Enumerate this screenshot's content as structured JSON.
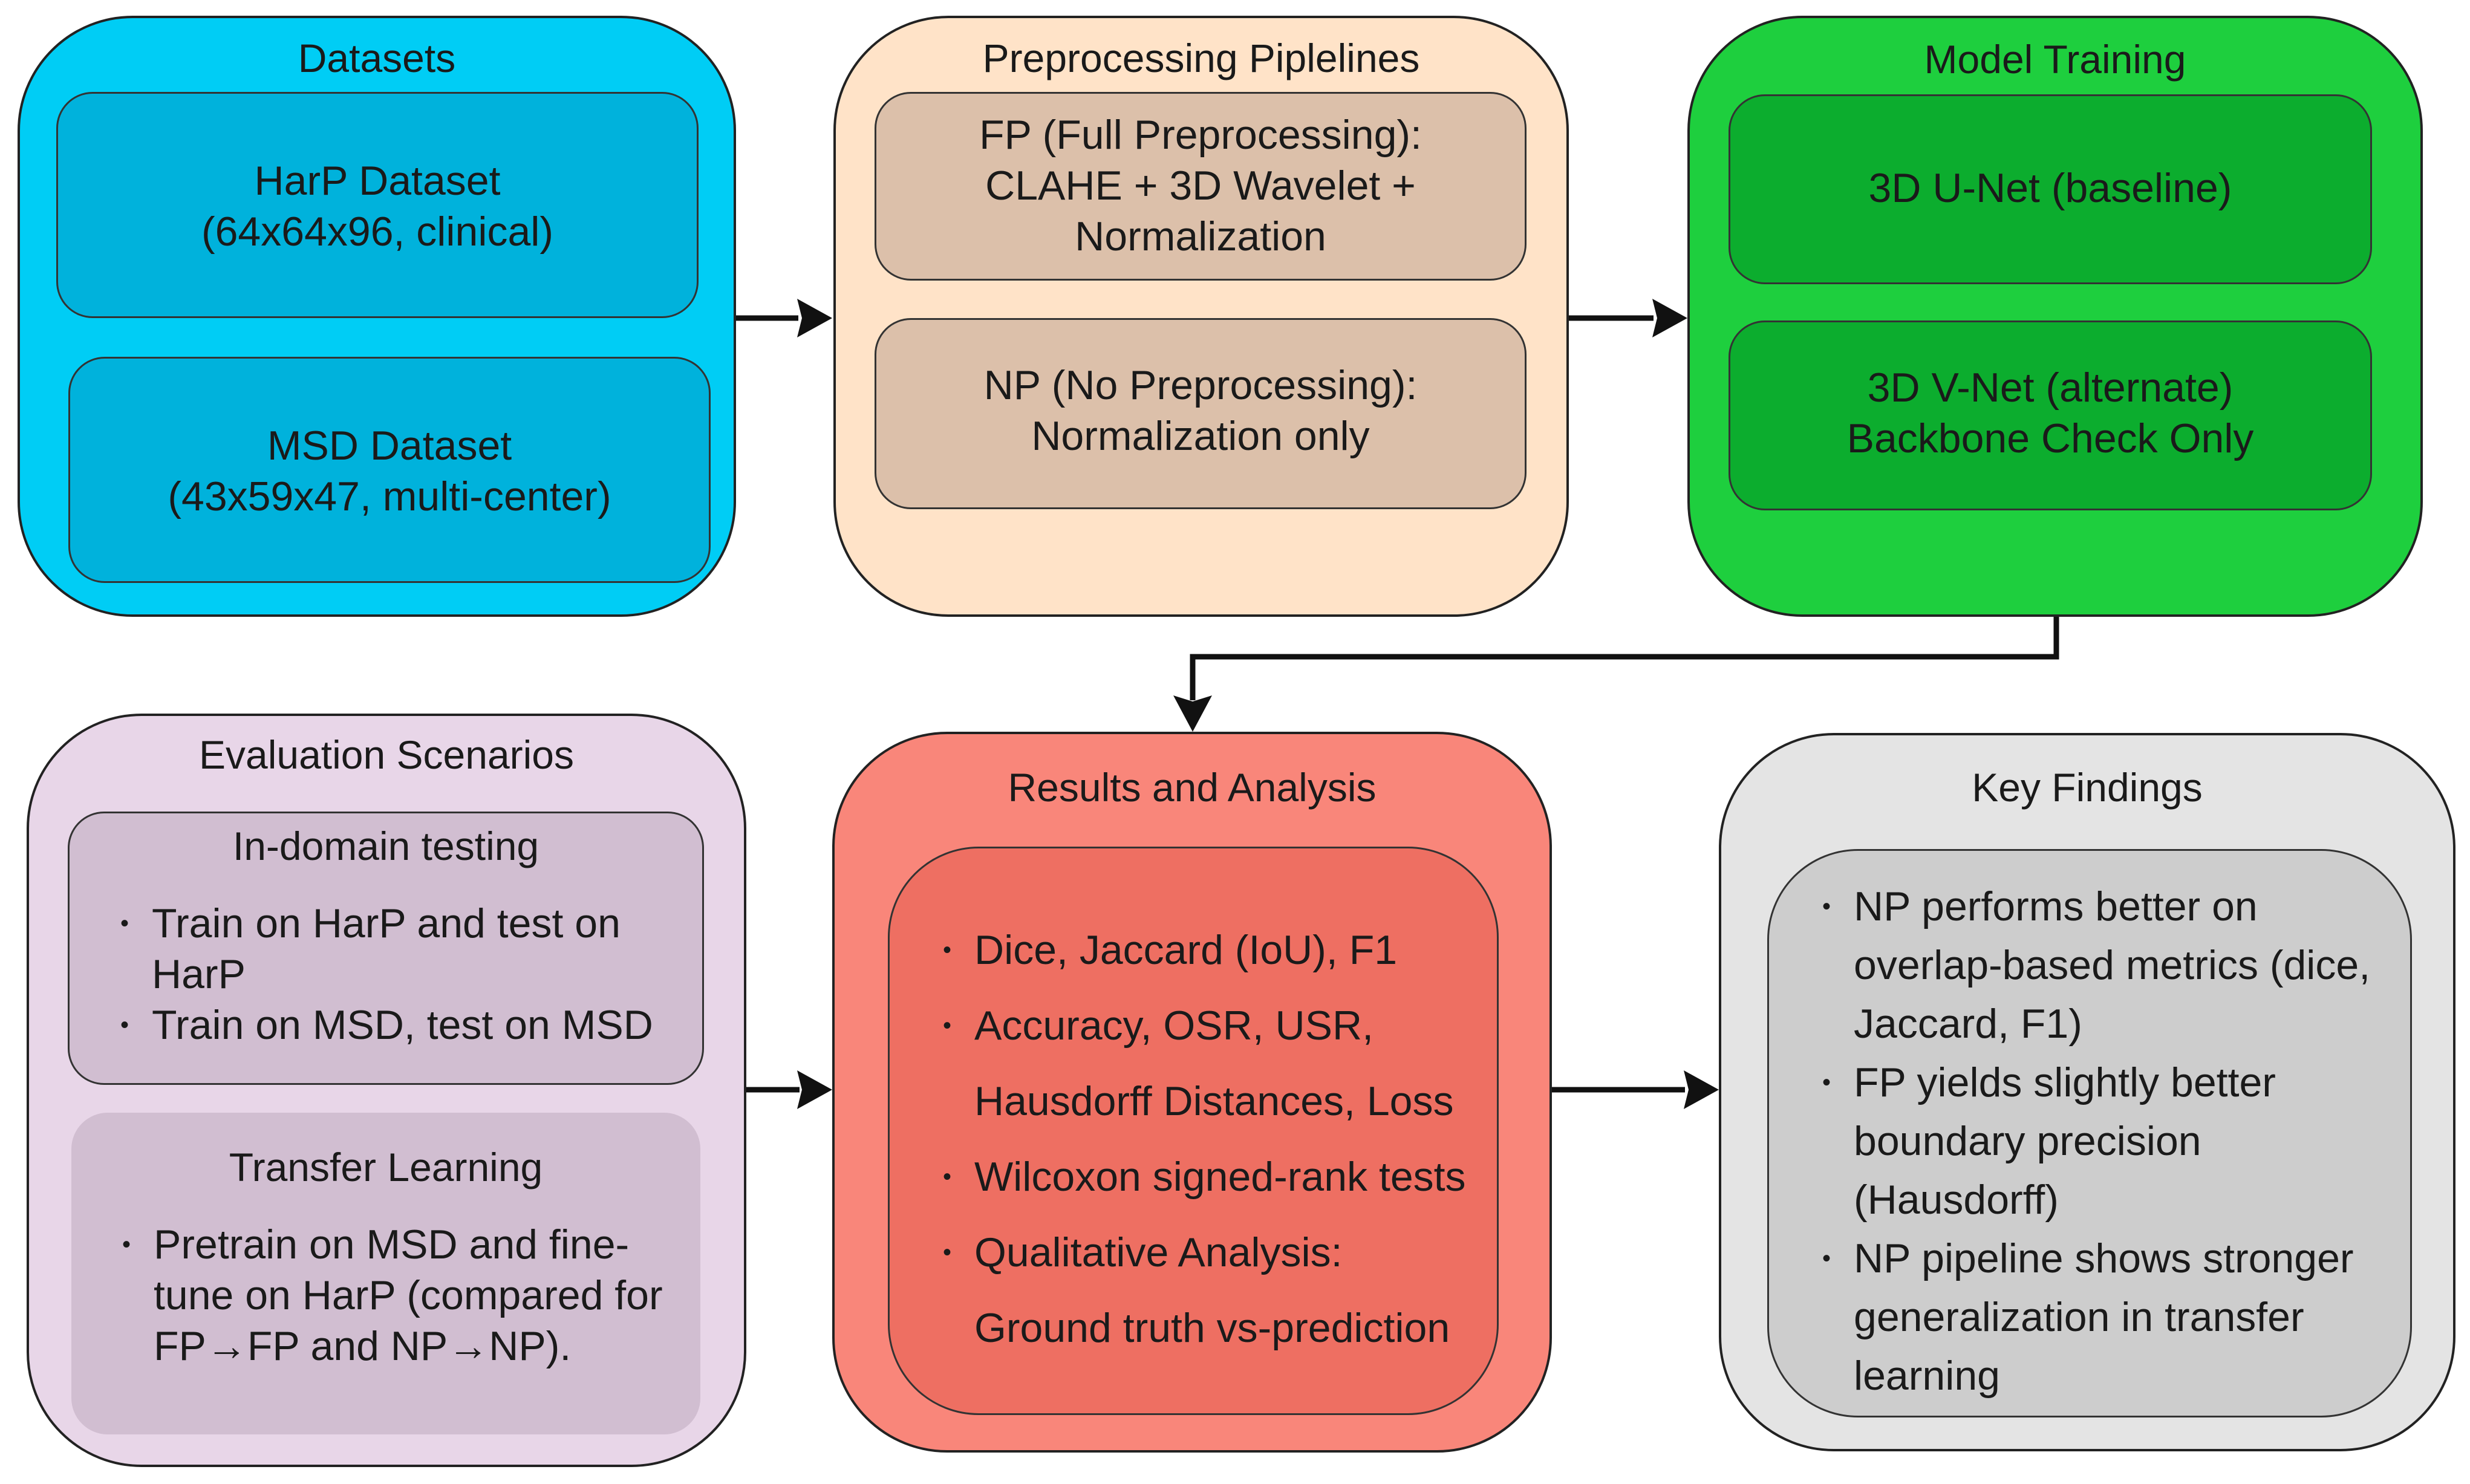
{
  "colors": {
    "datasets_box": "#00cdf5",
    "datasets_inner": "#00b2dc",
    "preproc_box": "#ffe3c8",
    "preproc_inner": "#dcc0aa",
    "training_box": "#1ecf3e",
    "training_inner": "#0cad2e",
    "evaluation_box": "#e8d6e8",
    "evaluation_inner": "#d1bed1",
    "results_box": "#f9867a",
    "results_inner": "#ee6f62",
    "findings_box": "#e4e4e4",
    "findings_inner": "#cdcdcd",
    "arrow": "#111111"
  },
  "datasets": {
    "title": "Datasets",
    "harp": {
      "line1": "HarP Dataset",
      "line2": "(64x64x96, clinical)"
    },
    "msd": {
      "line1": "MSD Dataset",
      "line2": "(43x59x47, multi-center)"
    }
  },
  "preprocessing": {
    "title": "Preprocessing Piplelines",
    "fp": {
      "line1": "FP (Full Preprocessing):",
      "line2": "CLAHE + 3D Wavelet +",
      "line3": "Normalization"
    },
    "np": {
      "line1": "NP (No Preprocessing):",
      "line2": "Normalization only"
    }
  },
  "training": {
    "title": "Model Training",
    "unet": {
      "line1": "3D U-Net (baseline)"
    },
    "vnet": {
      "line1": "3D V-Net (alternate)",
      "line2": "Backbone Check Only"
    }
  },
  "evaluation": {
    "title": "Evaluation Scenarios",
    "in_domain": {
      "title": "In-domain testing",
      "bullet1_line1": "Train on HarP and test on",
      "bullet1_line2": "HarP",
      "bullet2": "Train on MSD, test on MSD"
    },
    "transfer": {
      "title": "Transfer Learning",
      "bullet1_line1": "Pretrain on MSD and fine-",
      "bullet1_line2": "tune on HarP (compared for",
      "bullet1_line3": "FP→FP and NP→NP)."
    }
  },
  "results": {
    "title": "Results and Analysis",
    "bullet1": "Dice, Jaccard (IoU), F1",
    "bullet2_line1": "Accuracy, OSR, USR,",
    "bullet2_line2": "Hausdorff Distances, Loss",
    "bullet3": "Wilcoxon signed-rank tests",
    "bullet4_line1": "Qualitative Analysis:",
    "bullet4_line2": "Ground truth vs-prediction"
  },
  "findings": {
    "title": "Key Findings",
    "bullet1_line1": "NP performs better on",
    "bullet1_line2": "overlap-based metrics (dice,",
    "bullet1_line3": "Jaccard, F1)",
    "bullet2_line1": "FP yields slightly better",
    "bullet2_line2": "boundary precision",
    "bullet2_line3": "(Hausdorff)",
    "bullet3_line1": "NP pipeline shows stronger",
    "bullet3_line2": "generalization in transfer",
    "bullet3_line3": "learning"
  }
}
